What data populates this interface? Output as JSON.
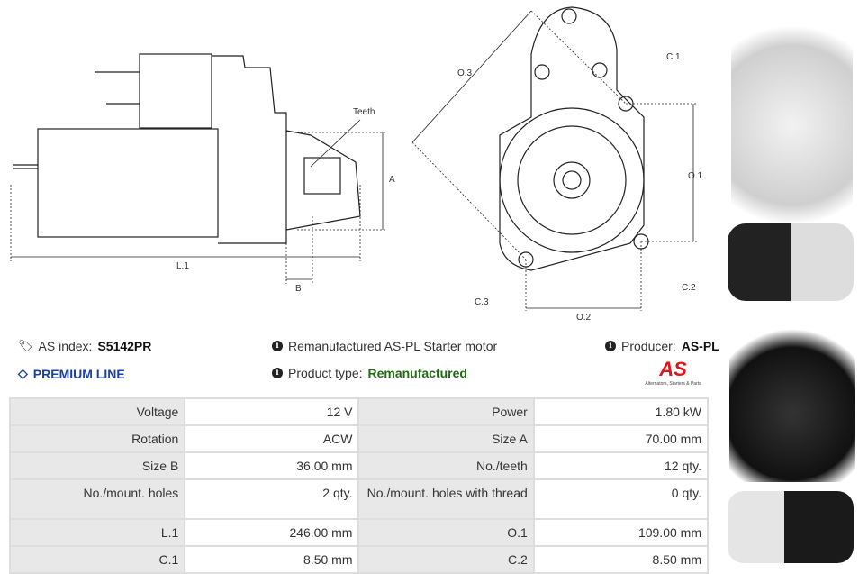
{
  "drawing_labels": {
    "teeth": "Teeth",
    "a": "A",
    "l1": "L.1",
    "b": "B",
    "o3": "O.3",
    "c1": "C.1",
    "o1": "O.1",
    "c3": "C.3",
    "o2": "O.2",
    "c2": "C.2"
  },
  "info": {
    "as_index_label": "AS index:",
    "as_index_value": "S5142PR",
    "premium": "PREMIUM LINE",
    "description": "Remanufactured AS-PL Starter motor",
    "product_type_label": "Product type:",
    "product_type_value": "Remanufactured",
    "producer_label": "Producer:",
    "producer_value": "AS-PL",
    "logo_text": "AS",
    "logo_tagline": "Alternators, Starters & Parts"
  },
  "colors": {
    "premium": "#1a3fa6",
    "remanufactured": "#1f6b12",
    "logo": "#e0141b"
  },
  "specs": [
    [
      "Voltage",
      "12 V",
      "Power",
      "1.80 kW"
    ],
    [
      "Rotation",
      "ACW",
      "Size A",
      "70.00 mm"
    ],
    [
      "Size B",
      "36.00 mm",
      "No./teeth",
      "12 qty."
    ],
    [
      "No./mount. holes",
      "2 qty.",
      "No./mount. holes with thread",
      "0 qty."
    ],
    [
      "L.1",
      "246.00 mm",
      "O.1",
      "109.00 mm"
    ],
    [
      "C.1",
      "8.50 mm",
      "C.2",
      "8.50 mm"
    ]
  ]
}
